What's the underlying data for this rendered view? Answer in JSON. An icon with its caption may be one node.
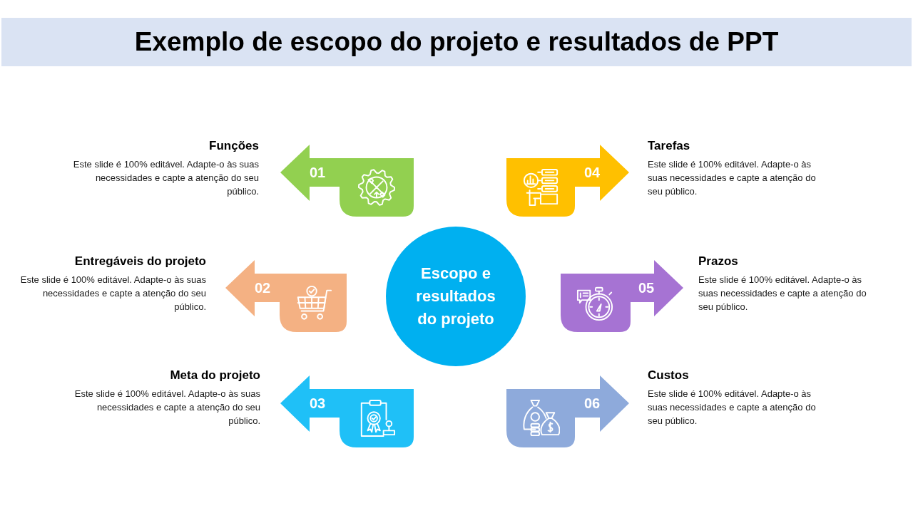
{
  "diagram": {
    "title": "Exemplo de escopo do projeto e resultados de PPT",
    "nodes": [
      {
        "text": [
          "Escopo e resultados do projeto"
        ]
      },
      {
        "text": [
          "01"
        ],
        "beside": [
          "Funções",
          "Este slide é 100% editável. Adapte-o às suas necessidades e capte a atenção do seu público."
        ]
      },
      {
        "text": [
          "02"
        ],
        "beside": [
          "Entregáveis do projeto",
          "Este slide é 100% editável. Adapte-o às suas necessidades e capte a atenção do seu público."
        ]
      },
      {
        "text": [
          "03"
        ],
        "beside": [
          "Meta do projeto",
          "Este slide é 100% editável. Adapte-o às suas necessidades e capte a atenção do seu público."
        ]
      },
      {
        "text": [
          "04"
        ],
        "beside": [
          "Tarefas",
          "Este slide é 100% editável. Adapte-o às suas necessidades e capte a atenção do seu público."
        ]
      },
      {
        "text": [
          "05"
        ],
        "beside": [
          "Prazos",
          "Este slide é 100% editável. Adapte-o às suas necessidades e capte a atenção do seu público."
        ]
      },
      {
        "text": [
          "06"
        ],
        "beside": [
          "Custos",
          "Este slide é 100% editável. Adapte-o às suas necessidades e capte a atenção do seu público."
        ]
      }
    ]
  }
}
